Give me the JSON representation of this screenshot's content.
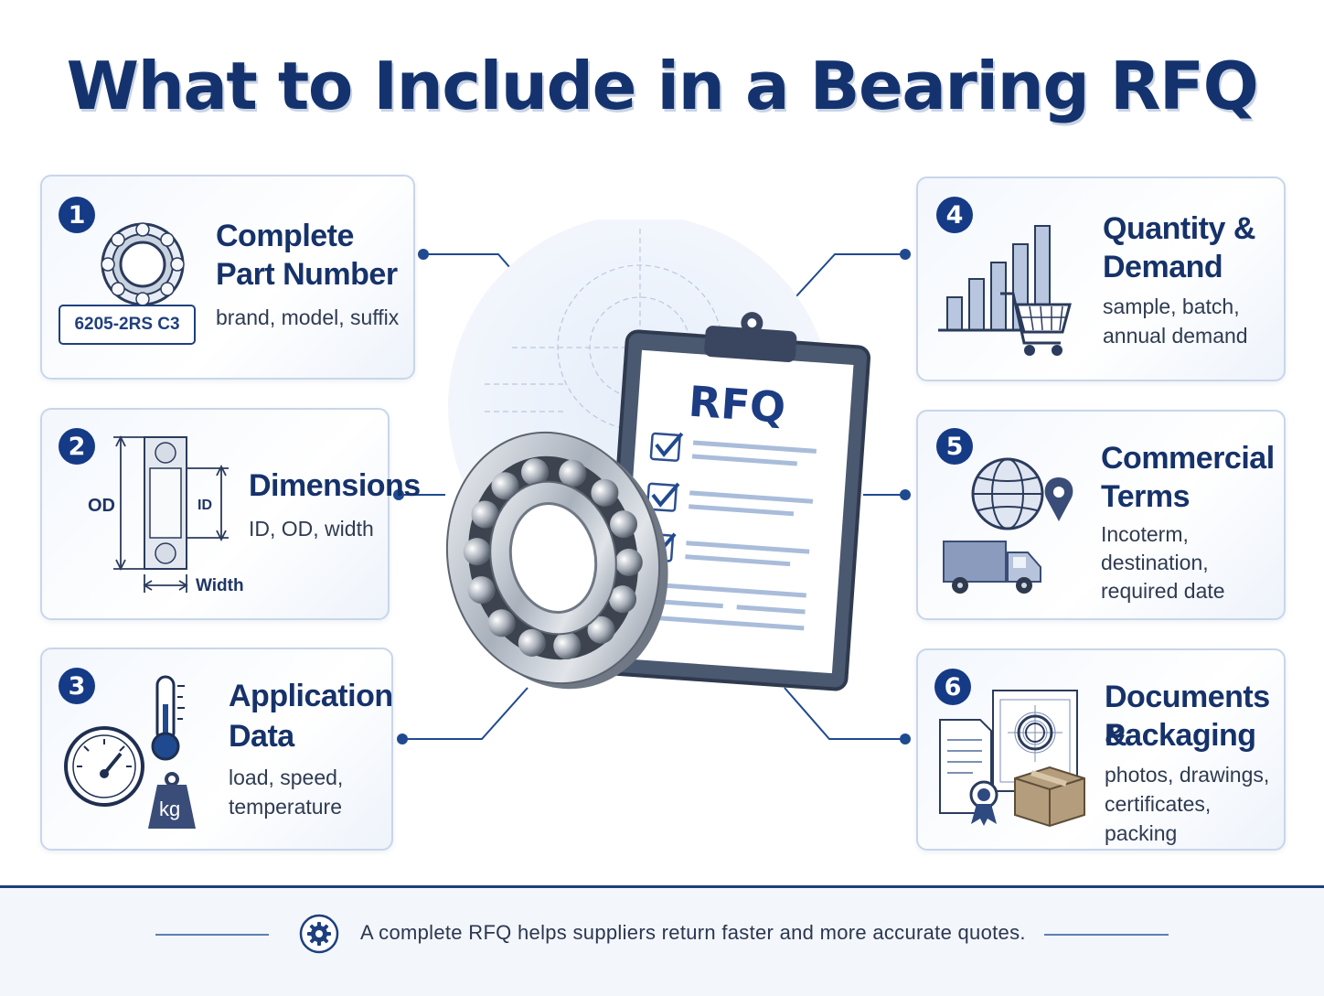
{
  "title": "What to Include in a Bearing RFQ",
  "items": [
    {
      "number": "1",
      "title_line1": "Complete",
      "title_line2": "Part Number",
      "desc_line1": "brand, model, suffix",
      "desc_line2": "",
      "desc_line3": "",
      "part_label": "6205-2RS C3"
    },
    {
      "number": "2",
      "title_line1": "Dimensions",
      "title_line2": "",
      "desc_line1": "ID, OD, width",
      "desc_line2": "",
      "desc_line3": "",
      "od_label": "OD",
      "id_label": "ID",
      "width_label": "Width"
    },
    {
      "number": "3",
      "title_line1": "Application",
      "title_line2": "Data",
      "desc_line1": "load, speed,",
      "desc_line2": "temperature",
      "desc_line3": "",
      "weight_label": "kg"
    },
    {
      "number": "4",
      "title_line1": "Quantity &",
      "title_line2": "Demand",
      "desc_line1": "sample, batch,",
      "desc_line2": "annual demand",
      "desc_line3": ""
    },
    {
      "number": "5",
      "title_line1": "Commercial",
      "title_line2": "Terms",
      "desc_line1": "Incoterm,",
      "desc_line2": "destination,",
      "desc_line3": "required date"
    },
    {
      "number": "6",
      "title_line1": "Documents &",
      "title_line2": "Packaging",
      "desc_line1": "photos, drawings,",
      "desc_line2": "certificates, packing",
      "desc_line3": ""
    }
  ],
  "clipboard_label": "RFQ",
  "footer": "A complete RFQ helps suppliers return faster and more accurate quotes.",
  "colors": {
    "navy": "#14336e",
    "badge": "#153a86",
    "border": "#c8d6ea",
    "accent": "#1d3f7e"
  }
}
